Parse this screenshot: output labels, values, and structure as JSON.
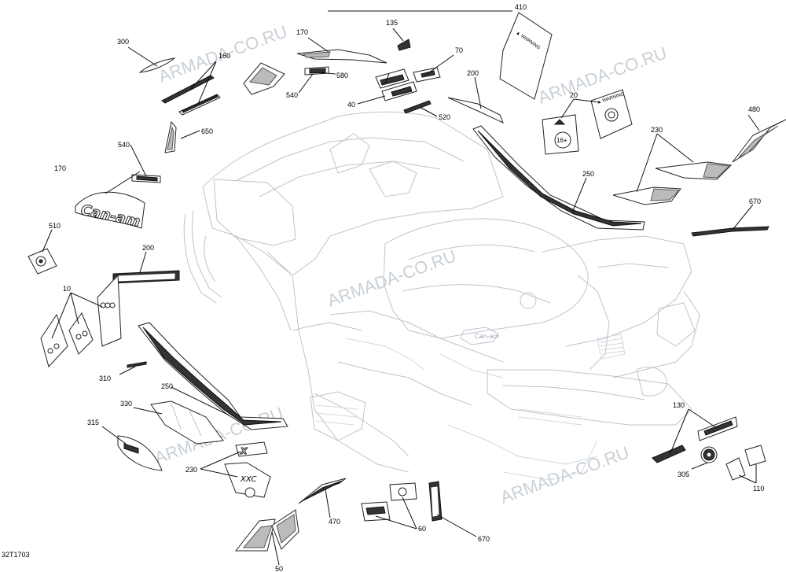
{
  "drawing_code": "32T1703",
  "watermark": "ARMADA-CO.RU",
  "decal_texts": {
    "cb_logo": "Can-am",
    "seat_logo": "Can-am",
    "model_x": "X",
    "model_xxc": "XXC",
    "age_label": "16+"
  },
  "callouts": [
    "300",
    "160",
    "170",
    "135",
    "580",
    "70",
    "410",
    "540",
    "650",
    "40",
    "520",
    "200",
    "20",
    "480",
    "230",
    "250",
    "670",
    "540",
    "170",
    "510",
    "200",
    "10",
    "310",
    "250",
    "330",
    "315",
    "230",
    "470",
    "60",
    "670",
    "50",
    "130",
    "305",
    "110"
  ],
  "colors": {
    "line": "#111111",
    "ghost": "#bcc4cc",
    "watermark": "#c9d0d6"
  }
}
